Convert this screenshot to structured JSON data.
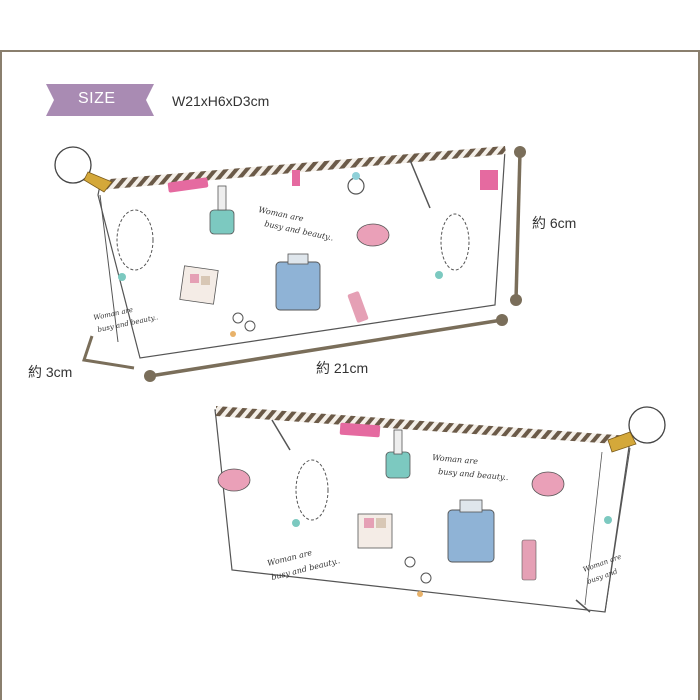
{
  "size_tag": {
    "label": "SIZE",
    "color": "#a98bb3"
  },
  "dimensions": "W21xH6xD3cm",
  "measure": {
    "height_label": "約 6cm",
    "depth_label": "約 3cm",
    "width_label": "約 21cm",
    "line_color": "#7a6e5a"
  },
  "print_text": [
    "Woman are",
    "busy and beauty.."
  ],
  "colors": {
    "frame": "#8a7f6e",
    "zipper_dark": "#5a4a3a",
    "pink": "#e56aa0",
    "mint": "#7cc9c0",
    "blue": "#8fb3d6"
  }
}
